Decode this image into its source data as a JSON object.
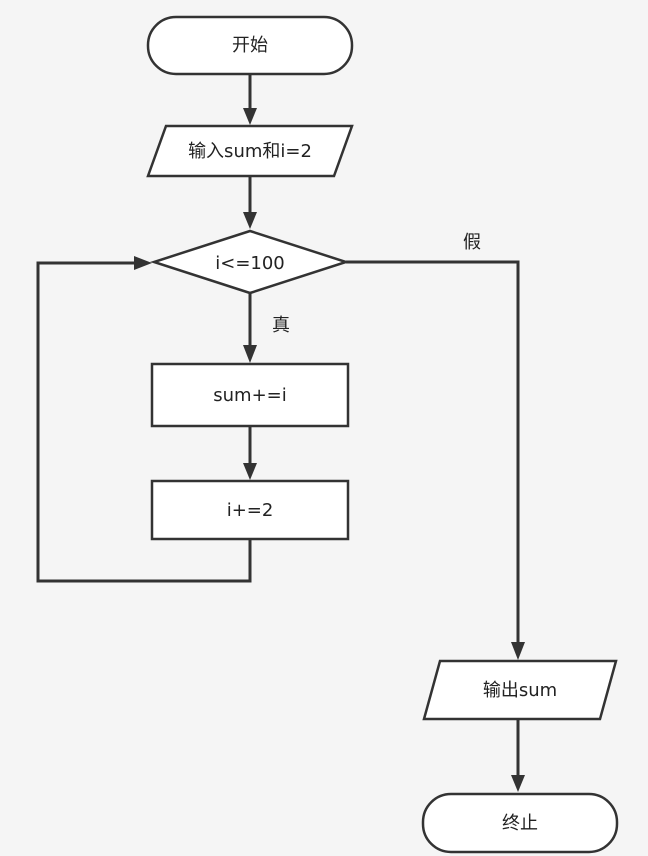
{
  "nodes": {
    "start": "开始",
    "input": "输入sum和i=2",
    "condition": "i<=100",
    "accumulate": "sum+=i",
    "increment": "i+=2",
    "output": "输出sum",
    "end": "终止"
  },
  "branches": {
    "true_label": "真",
    "false_label": "假"
  }
}
